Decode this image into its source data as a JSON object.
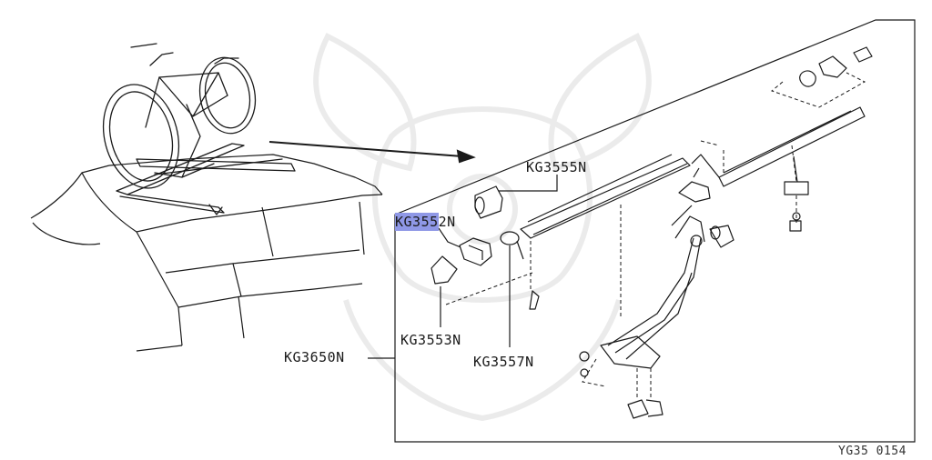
{
  "callouts": {
    "kg3555n": "KG3555N",
    "kg3552n_highlight": "KG355",
    "kg3552n_rest": "2N",
    "kg3553n": "KG3553N",
    "kg3557n": "KG3557N",
    "kg3650n": "KG3650N"
  },
  "diagram_code": "YG35 0154",
  "colors": {
    "highlight": "#8f98e6",
    "line": "#1a1a1a",
    "watermark": "#ebebeb"
  }
}
